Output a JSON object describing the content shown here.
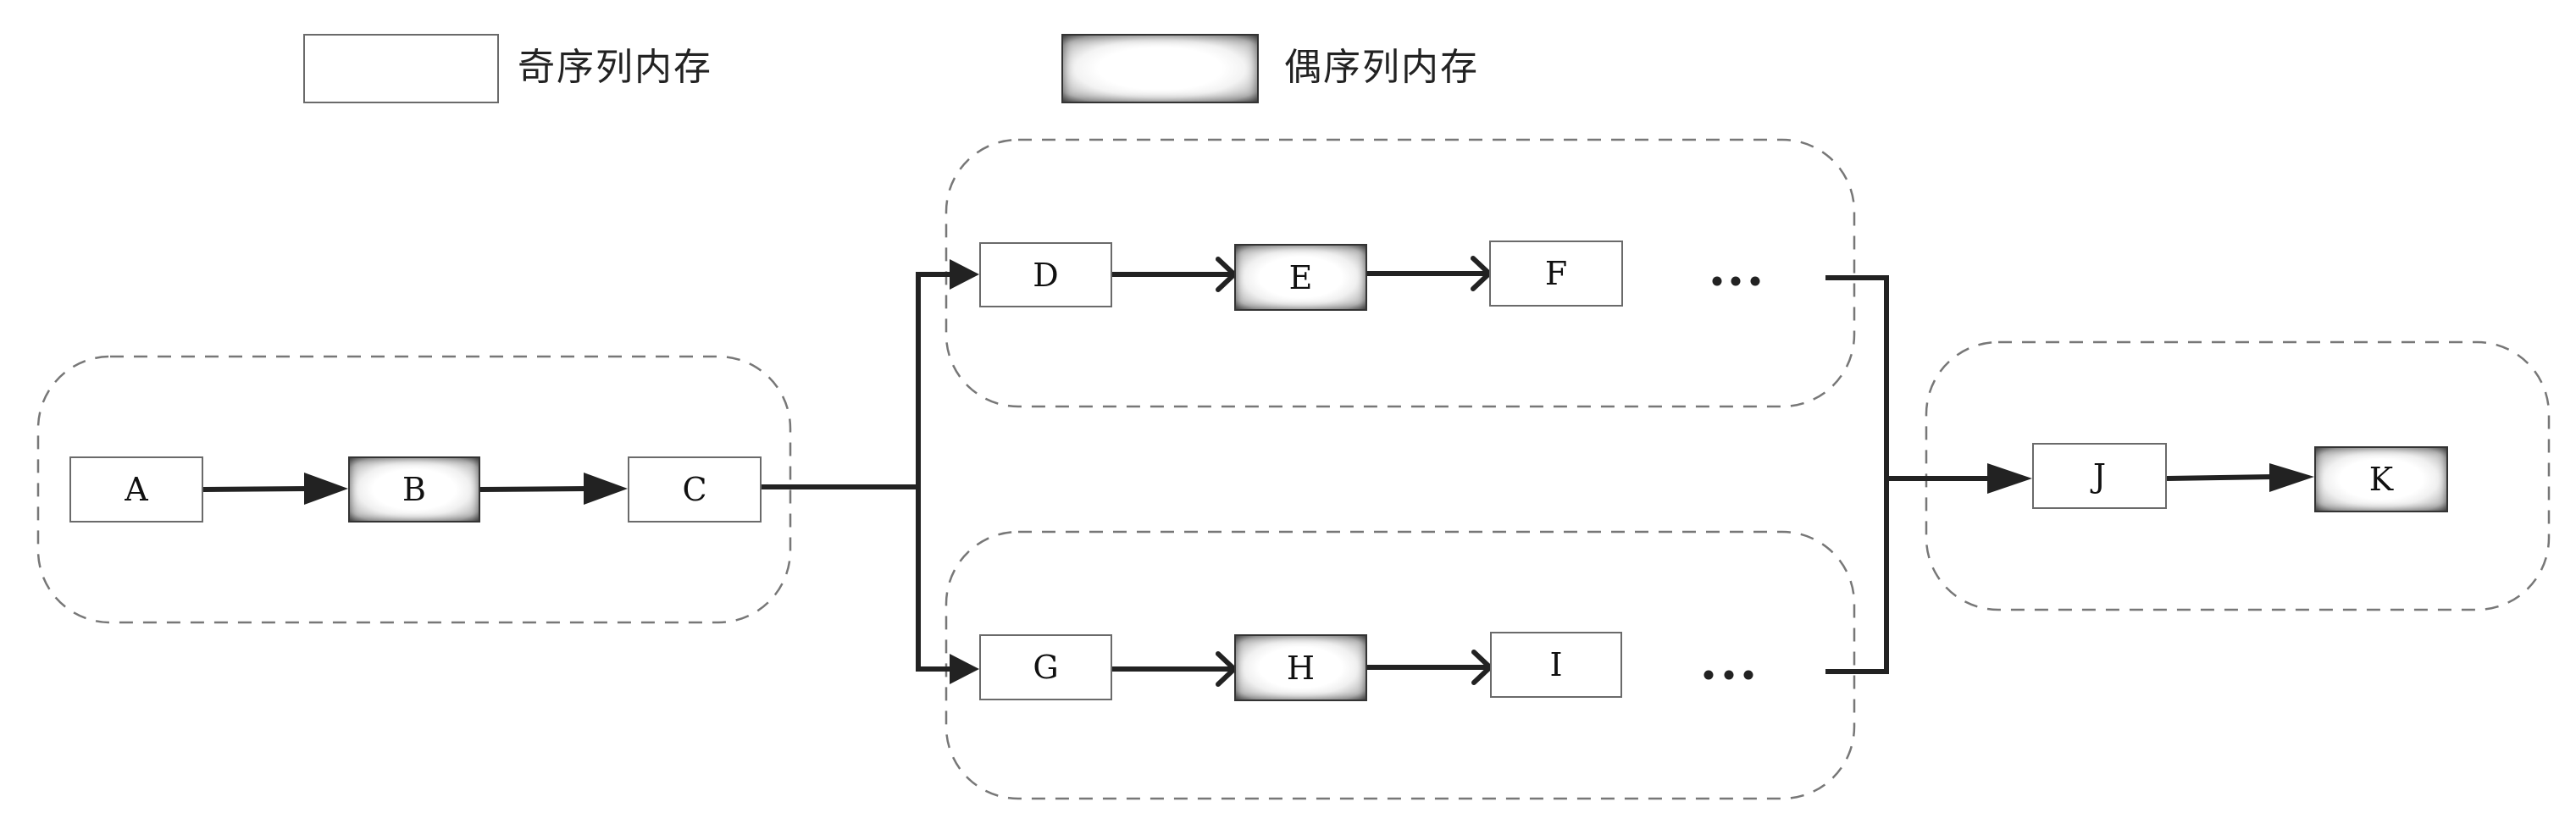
{
  "legend": {
    "odd": {
      "label": "奇序列内存",
      "style": "plain"
    },
    "even": {
      "label": "偶序列内存",
      "style": "shaded"
    }
  },
  "groups": [
    {
      "id": "group-1",
      "nodes": [
        "A",
        "B",
        "C"
      ]
    },
    {
      "id": "group-2-upper",
      "nodes": [
        "D",
        "E",
        "F"
      ],
      "continuation": "…"
    },
    {
      "id": "group-2-lower",
      "nodes": [
        "G",
        "H",
        "I"
      ],
      "continuation": "…"
    },
    {
      "id": "group-3",
      "nodes": [
        "J",
        "K"
      ]
    }
  ],
  "nodes": {
    "A": {
      "label": "A",
      "type": "odd"
    },
    "B": {
      "label": "B",
      "type": "even"
    },
    "C": {
      "label": "C",
      "type": "odd"
    },
    "D": {
      "label": "D",
      "type": "odd"
    },
    "E": {
      "label": "E",
      "type": "even"
    },
    "F": {
      "label": "F",
      "type": "odd"
    },
    "G": {
      "label": "G",
      "type": "odd"
    },
    "H": {
      "label": "H",
      "type": "even"
    },
    "I": {
      "label": "I",
      "type": "odd"
    },
    "J": {
      "label": "J",
      "type": "odd"
    },
    "K": {
      "label": "K",
      "type": "even"
    }
  },
  "edges": [
    {
      "from": "A",
      "to": "B",
      "head": "filled"
    },
    {
      "from": "B",
      "to": "C",
      "head": "filled"
    },
    {
      "from": "C",
      "to": "D",
      "head": "filled",
      "via": "split"
    },
    {
      "from": "C",
      "to": "G",
      "head": "filled",
      "via": "split"
    },
    {
      "from": "D",
      "to": "E",
      "head": "open"
    },
    {
      "from": "E",
      "to": "F",
      "head": "open"
    },
    {
      "from": "G",
      "to": "H",
      "head": "open"
    },
    {
      "from": "H",
      "to": "I",
      "head": "open"
    },
    {
      "from": "upper-branch",
      "to": "J",
      "head": "filled",
      "via": "merge"
    },
    {
      "from": "lower-branch",
      "to": "J",
      "head": "filled",
      "via": "merge"
    },
    {
      "from": "J",
      "to": "K",
      "head": "filled"
    }
  ],
  "colors": {
    "line": "#222222",
    "dashed_border": "#777777",
    "odd_border": "#6a6a6a",
    "even_border": "#333333"
  }
}
